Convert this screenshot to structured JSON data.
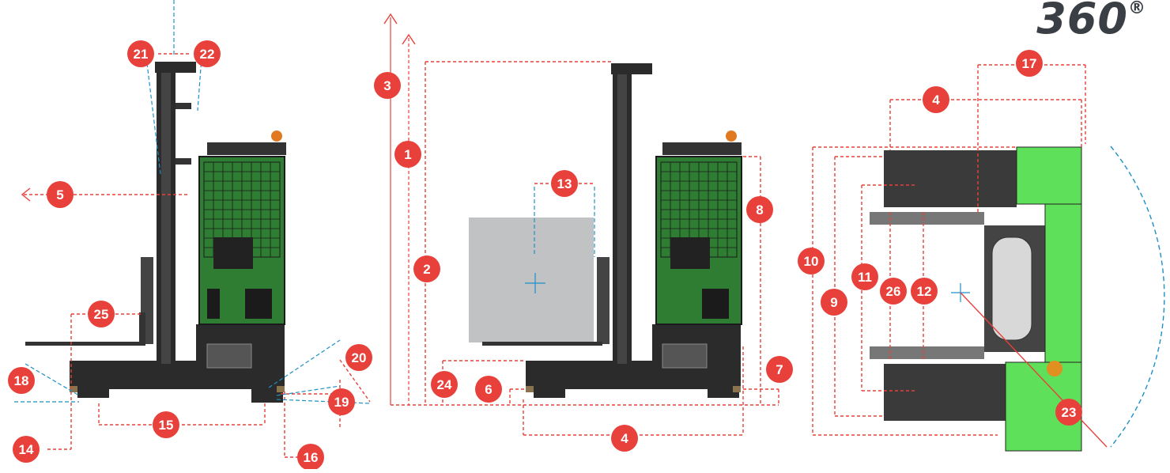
{
  "brand": {
    "text": "360",
    "mark": "®"
  },
  "colors": {
    "dimension": "#e8403a",
    "badge": "#e8403a",
    "centerline": "#1e90c8",
    "frame": "#2b2b2b",
    "cabin": "#2e7d32",
    "green_side": "#5ee05a",
    "load": "#c0c2c4",
    "wheel": "#6e5a3c"
  },
  "views": {
    "side_view": {
      "badges": [
        "21",
        "22",
        "5",
        "25",
        "18",
        "20",
        "19",
        "15",
        "14",
        "16"
      ]
    },
    "dimension_view": {
      "badges": [
        "3",
        "1",
        "2",
        "13",
        "8",
        "24",
        "6",
        "7",
        "4"
      ]
    },
    "top_view": {
      "badges": [
        "17",
        "4",
        "10",
        "9",
        "11",
        "26",
        "12",
        "23"
      ]
    }
  }
}
